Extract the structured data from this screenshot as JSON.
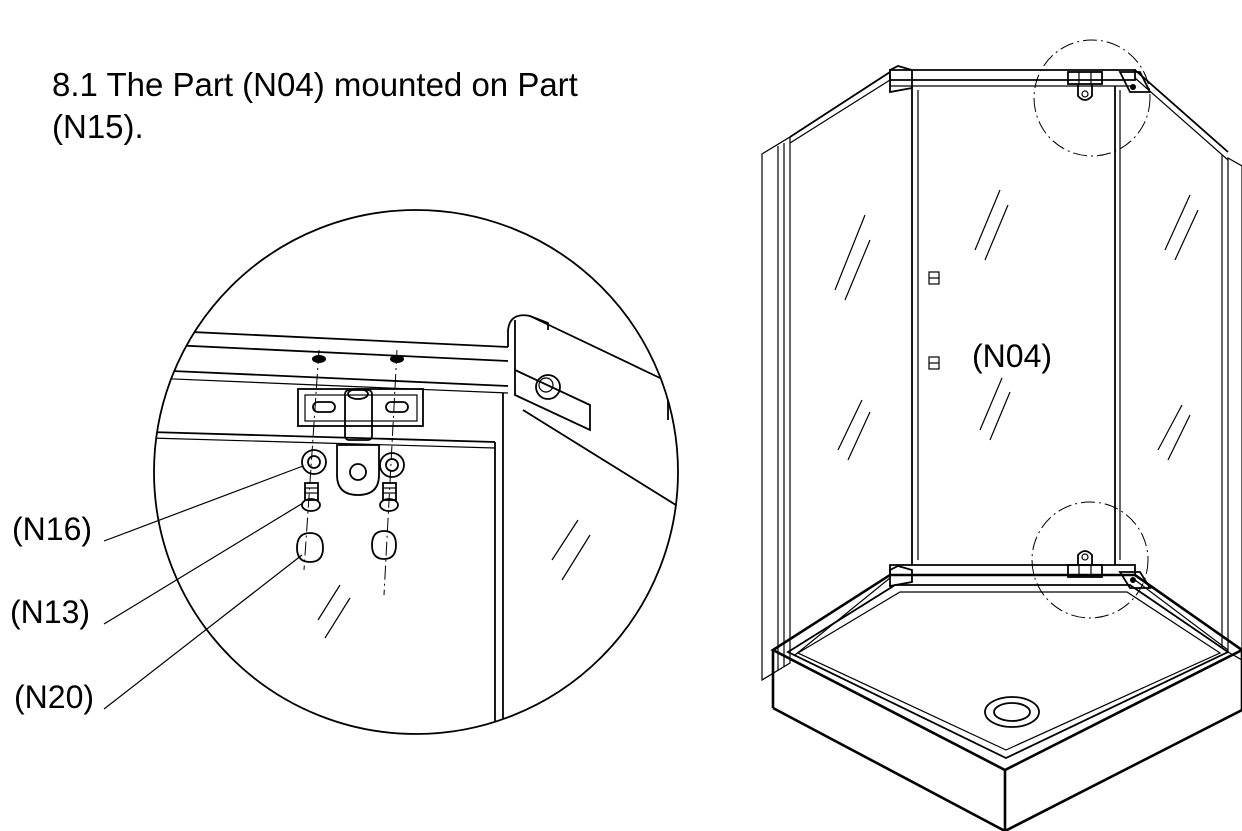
{
  "instruction": {
    "line1": "8.1 The Part (N04) mounted on Part",
    "line2": "(N15)."
  },
  "labels": {
    "n16": "(N16)",
    "n13": "(N13)",
    "n20": "(N20)",
    "n04": "(N04)"
  }
}
